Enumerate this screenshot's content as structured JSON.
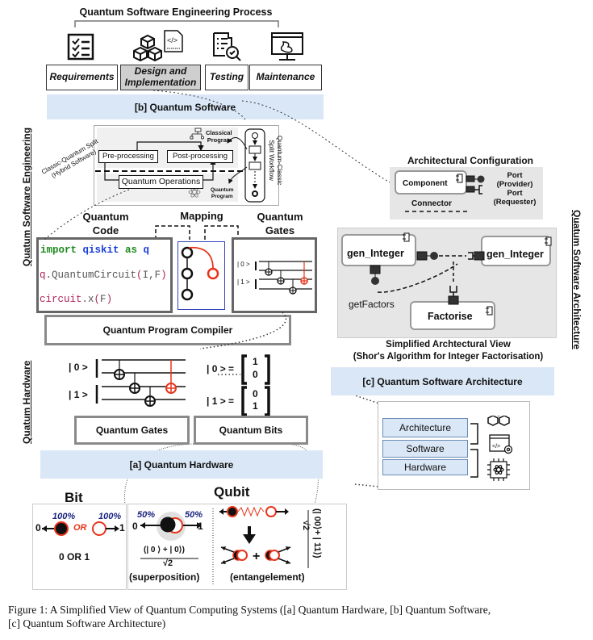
{
  "process": {
    "title": "Quantum Software Engineering Process",
    "stages": [
      {
        "label": "Requirements",
        "icon": "checklist-icon",
        "highlighted": false
      },
      {
        "label": "Design and Implementation",
        "icon": "cubes-code-icon",
        "highlighted": true
      },
      {
        "label": "Testing",
        "icon": "test-document-icon",
        "highlighted": false
      },
      {
        "label": "Maintenance",
        "icon": "monitor-bug-icon",
        "highlighted": false
      }
    ]
  },
  "bands": {
    "software": "[b] Quantum Software",
    "architecture": "[c] Quantum Software Architecture",
    "hardware": "[a] Quantum Hardware"
  },
  "side_labels": {
    "left_top": "Quatum Software Engineering",
    "left_bottom": "Quatum Hardware",
    "right": "Quatum Software Architecture"
  },
  "hybrid": {
    "split_label_1": "Classic-Quantum Split",
    "split_label_2": "(Hybrid Software)",
    "pre": "Pre-processing",
    "post": "Post-processing",
    "quantum_ops": "Quantum Operations",
    "classical_program_1": "Classical",
    "classical_program_2": "Program",
    "quantum_program_1": "Quantum",
    "quantum_program_2": "Program",
    "workflow_1": "Quantum-Classic",
    "workflow_2": "Split Workflow"
  },
  "code_section": {
    "code_title_1": "Quantum",
    "code_title_2": "Code",
    "mapping_title": "Mapping",
    "gates_title_1": "Quantum",
    "gates_title_2": "Gates",
    "lines": [
      {
        "parts": [
          {
            "t": "import ",
            "c": "#1e8a1e"
          },
          {
            "t": "qiskit ",
            "c": "#1a3fd6"
          },
          {
            "t": "as ",
            "c": "#1e8a1e"
          },
          {
            "t": "q",
            "c": "#1a3fd6"
          }
        ]
      },
      {
        "parts": [
          {
            "t": "q",
            "c": "#b0245a"
          },
          {
            "t": ".QuantumCircuit",
            "c": "#555555"
          },
          {
            "t": "(",
            "c": "#b0245a"
          },
          {
            "t": "I,F",
            "c": "#555555"
          },
          {
            "t": ")",
            "c": "#b0245a"
          }
        ]
      },
      {
        "parts": [
          {
            "t": "circuit",
            "c": "#b0245a"
          },
          {
            "t": ".x",
            "c": "#555555"
          },
          {
            "t": "(",
            "c": "#b0245a"
          },
          {
            "t": "F",
            "c": "#555555"
          },
          {
            "t": ")",
            "c": "#b0245a"
          }
        ]
      }
    ],
    "ket0": "| 0 >",
    "ket1": "| 1 >",
    "compiler": "Quantum Program Compiler"
  },
  "arch_config": {
    "title": "Architectural Configuration",
    "component": "Component",
    "connector": "Connector",
    "port_provider_1": "Port",
    "port_provider_2": "(Provider)",
    "port_requester_1": "Port",
    "port_requester_2": "(Requester)"
  },
  "arch_view": {
    "comp_left": "gen_Integer",
    "comp_right": "gen_Integer",
    "comp_bottom": "Factorise",
    "interface": "getFactors",
    "caption_1": "Simplified Archtectural View",
    "caption_2": "(Shor's Algorithm for Integer Factorisation)"
  },
  "hardware": {
    "ket0": "| 0 >",
    "ket1": "| 1 >",
    "eq0": "| 0 > =",
    "eq1": "| 1 > =",
    "vec0": [
      "1",
      "0"
    ],
    "vec1": [
      "0",
      "1"
    ],
    "gates_box": "Quantum Gates",
    "bits_box": "Quantum Bits"
  },
  "stack": {
    "items": [
      "Architecture",
      "Software",
      "Hardware"
    ]
  },
  "bit_qubit": {
    "bit_title": "Bit",
    "qubit_title": "Qubit",
    "p100a": "100%",
    "p100b": "100%",
    "or": "OR",
    "zero": "0",
    "one": "1",
    "bit_result": "0 OR 1",
    "p50a": "50%",
    "p50b": "50%",
    "superposition_num": "(| 0 ⟩ + | 0⟩)",
    "superposition_den": "√2",
    "superposition": "(superposition)",
    "entanglement": "(entangelement)",
    "ent_formula": "(| 00⟩+ | 11⟩)",
    "ent_den": "√2"
  },
  "caption": {
    "line1": "Figure 1: A Simplified View of Quantum Computing Systems ([a] Quantum Hardware, [b] Quantum Software,",
    "line2": "[c] Quantum Software Architecture)"
  },
  "colors": {
    "band": "#dae7f6",
    "red": "#e8341c",
    "blue_text": "#1a237e",
    "grey_panel": "#e6e6e6"
  }
}
